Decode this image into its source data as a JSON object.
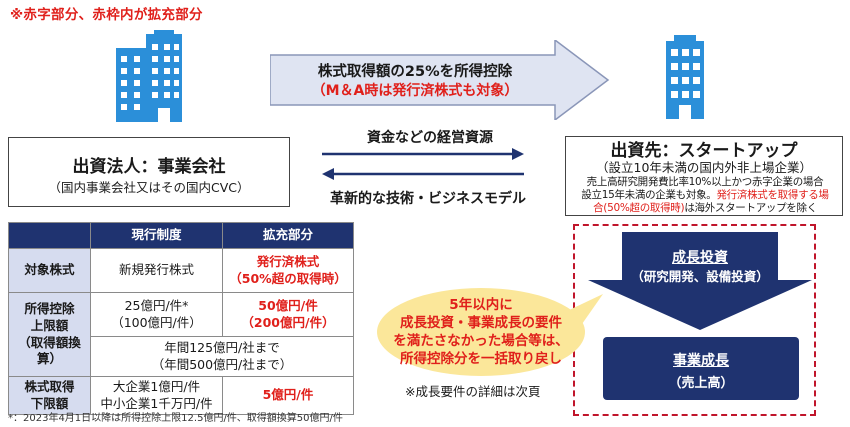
{
  "top_note": "※赤字部分、赤枠内が拡充部分",
  "arrow": {
    "line1": "株式取得額の25%を所得控除",
    "line2": "（M＆A時は発行済株式も対象）"
  },
  "investor": {
    "title": "出資法人：事業会社",
    "subtitle": "（国内事業会社又はその国内CVC）"
  },
  "flows": {
    "to_startup": "資金などの経営資源",
    "to_investor": "革新的な技術・ビジネスモデル"
  },
  "startup": {
    "title": "出資先：スタートアップ",
    "subtitle": "（設立10年未満の国内外非上場企業）",
    "line1": "売上高研究開発費比率10%以上かつ赤字企業の場合",
    "line2_a": "設立15年未満の企業も対象。",
    "line2_b": "発行済株式を取得する場",
    "line3_a": "合(50%超の取得時)",
    "line3_b": "は海外スタートアップを除く"
  },
  "table": {
    "headers": [
      "",
      "現行制度",
      "拡充部分"
    ],
    "row1": {
      "label": "対象株式",
      "current": "新規発行株式",
      "expanded_1": "発行済株式",
      "expanded_2": "（50%超の取得時）"
    },
    "row2": {
      "label_1": "所得控除",
      "label_2": "上限額",
      "label_3": "（取得額換算）",
      "current_1": "25億円/件*",
      "current_2": "（100億円/件）",
      "expanded_1": "50億円/件",
      "expanded_2": "（200億円/件）",
      "shared_1": "年間125億円/社まで",
      "shared_2": "（年間500億円/社まで）"
    },
    "row3": {
      "label_1": "株式取得",
      "label_2": "下限額",
      "current_1": "大企業1億円/件",
      "current_2": "中小企業1千万円/件",
      "expanded": "5億円/件"
    }
  },
  "footnote": "*：2023年4月1日以降は所得控除上限12.5億円/件、取得額換算50億円/件",
  "growth_investment": {
    "title": "成長投資",
    "subtitle": "（研究開発、設備投資）"
  },
  "business_growth": {
    "title": "事業成長",
    "subtitle": "（売上高）"
  },
  "bubble": {
    "line1": "5年以内に",
    "line2": "成長投資・事業成長の要件",
    "line3": "を満たさなかった場合等は、",
    "line4": "所得控除分を一括取り戻し"
  },
  "detail_note": "※成長要件の詳細は次頁",
  "colors": {
    "navy": "#1f3370",
    "red": "#e0201b",
    "arrow_fill": "#dfe4f2",
    "bubble": "#fbe79a",
    "icon_blue": "#2b8fd9"
  },
  "icons": [
    "office-building-icon",
    "startup-building-icon"
  ]
}
